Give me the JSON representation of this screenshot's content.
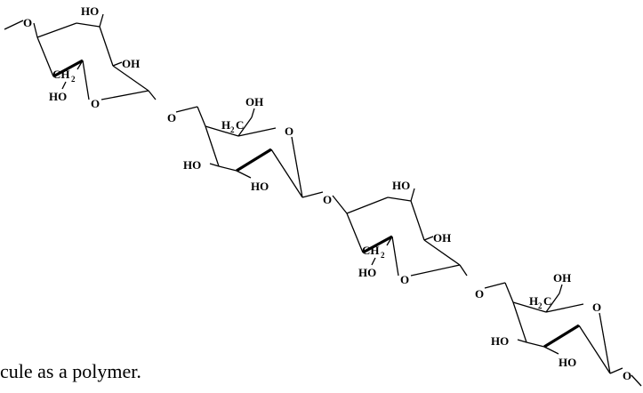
{
  "structure": {
    "atoms": {
      "o": "O",
      "ho": "HO",
      "oh": "OH",
      "ch2": "CH",
      "h2c": "H",
      "c": "C",
      "two": "2"
    }
  },
  "caption": "cule as a polymer."
}
